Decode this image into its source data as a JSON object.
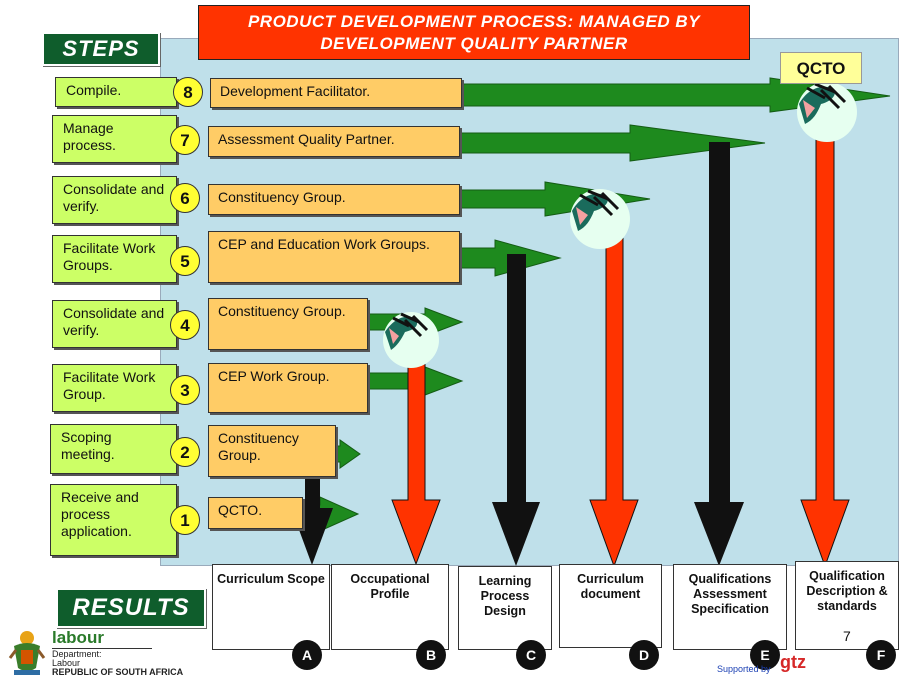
{
  "title": "PRODUCT  DEVELOPMENT PROCESS: MANAGED BY DEVELOPMENT QUALITY PARTNER",
  "steps_label": "STEPS",
  "results_label": "RESULTS",
  "qcto_label": "QCTO",
  "steps": [
    {
      "number": "1",
      "action": "Receive and process application.",
      "actor": "QCTO."
    },
    {
      "number": "2",
      "action": "Scoping meeting.",
      "actor": "Constituency Group."
    },
    {
      "number": "3",
      "action": "Facilitate Work Group.",
      "actor": "CEP Work Group."
    },
    {
      "number": "4",
      "action": "Consolidate and verify.",
      "actor": "Constituency Group."
    },
    {
      "number": "5",
      "action": "Facilitate Work Groups.",
      "actor": "CEP and Education Work Groups."
    },
    {
      "number": "6",
      "action": "Consolidate and verify.",
      "actor": "Constituency Group."
    },
    {
      "number": "7",
      "action": "Manage process.",
      "actor": "Assessment Quality Partner."
    },
    {
      "number": "8",
      "action": "Compile.",
      "actor": "Development Facilitator."
    }
  ],
  "results": [
    {
      "letter": "A",
      "label": "Curriculum Scope"
    },
    {
      "letter": "B",
      "label": "Occupational Profile"
    },
    {
      "letter": "C",
      "label": "Learning Process Design"
    },
    {
      "letter": "D",
      "label": "Curriculum document"
    },
    {
      "letter": "E",
      "label": "Qualifications Assessment Specification"
    },
    {
      "letter": "F",
      "label": "Qualification Description & standards"
    }
  ],
  "page_number": "7",
  "footer": {
    "labour": "labour",
    "dept_line1": "Department:",
    "dept_line2": "Labour",
    "dept_line3": "REPUBLIC OF SOUTH AFRICA",
    "supported_by": "Supported by",
    "gtz": "gtz"
  },
  "colors": {
    "title_bg": "#ff3300",
    "banner_bg": "#0f5d2c",
    "step_bg": "#ccff66",
    "actor_bg": "#ffcc66",
    "panel_bg": "#bfe0ea",
    "green_arrow": "#1e8a1e",
    "red_arrow": "#ff3300",
    "black_arrow": "#111111"
  }
}
